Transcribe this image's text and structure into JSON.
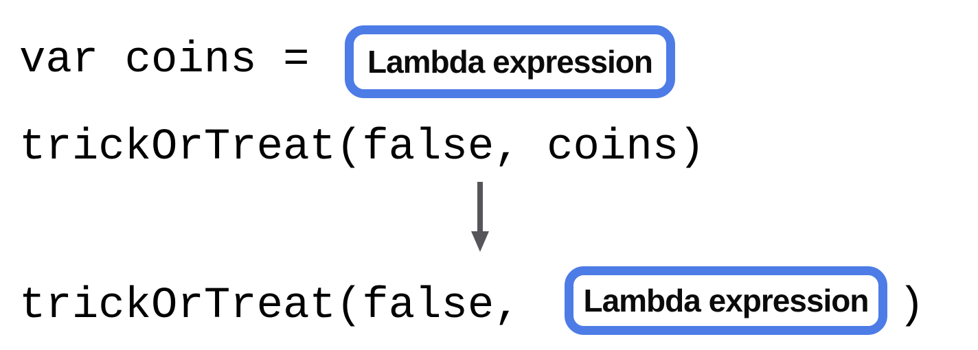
{
  "code": {
    "declaration": "var coins =",
    "call_with_variable": "trickOrTreat(false, coins)",
    "inlined_call_prefix": "trickOrTreat(false,",
    "inlined_call_suffix": ")"
  },
  "lambda_box": {
    "label": "Lambda expression"
  },
  "icons": {
    "transform_arrow": "down-arrow-icon"
  },
  "colors": {
    "accent_blue": "#4D7CE6",
    "arrow_gray": "#56565A",
    "code_black": "#000000",
    "background": "#FFFFFF"
  }
}
